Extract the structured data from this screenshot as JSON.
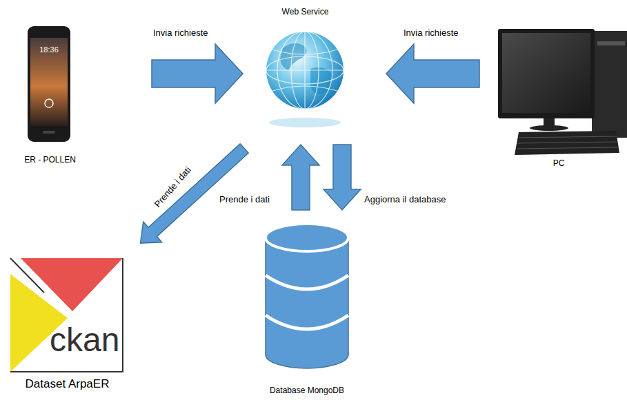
{
  "diagram": {
    "nodes": [
      {
        "text": [
          "ER - POLLEN"
        ]
      },
      {
        "text": [
          "Web Service"
        ]
      },
      {
        "text": [
          "PC"
        ]
      },
      {
        "text": [
          "ckan",
          "Dataset ArpaER"
        ]
      },
      {
        "text": [
          "Database MongoDB"
        ]
      }
    ],
    "edges": [
      {
        "from": 0,
        "to": 1,
        "arrow": "to",
        "label": "Invia richieste"
      },
      {
        "from": 2,
        "to": 1,
        "arrow": "to",
        "label": "Invia richieste"
      },
      {
        "from": 1,
        "to": 3,
        "arrow": "to",
        "label": "Prende i dati"
      },
      {
        "from": 4,
        "to": 1,
        "arrow": "to",
        "label": "Prende i dati"
      },
      {
        "from": 1,
        "to": 4,
        "arrow": "to",
        "label": "Aggiorna il database"
      }
    ],
    "labels": [
      "18:36"
    ]
  }
}
